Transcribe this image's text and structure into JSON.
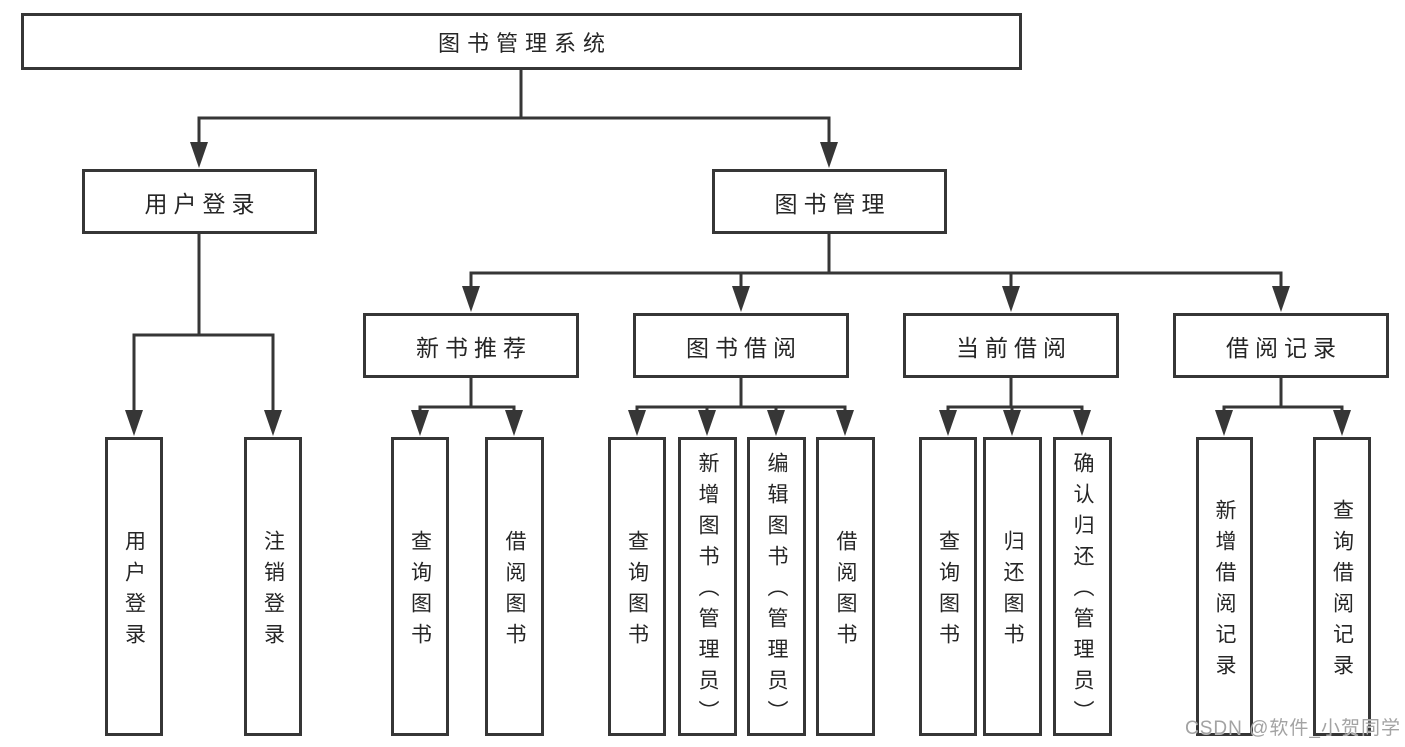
{
  "colors": {
    "line": "#363636",
    "box_border": "#363636",
    "text": "#262626",
    "background": "#ffffff",
    "watermark": "#a3a3a3"
  },
  "tree": {
    "label": "图书管理系统",
    "children": [
      {
        "label": "用户登录",
        "children": [
          {
            "label": "用户登录"
          },
          {
            "label": "注销登录"
          }
        ]
      },
      {
        "label": "图书管理",
        "children": [
          {
            "label": "新书推荐",
            "children": [
              {
                "label": "查询图书"
              },
              {
                "label": "借阅图书"
              }
            ]
          },
          {
            "label": "图书借阅",
            "children": [
              {
                "label": "查询图书"
              },
              {
                "label": "新增图书（管理员）"
              },
              {
                "label": "编辑图书（管理员）"
              },
              {
                "label": "借阅图书"
              }
            ]
          },
          {
            "label": "当前借阅",
            "children": [
              {
                "label": "查询图书"
              },
              {
                "label": "归还图书"
              },
              {
                "label": "确认归还（管理员）"
              }
            ]
          },
          {
            "label": "借阅记录",
            "children": [
              {
                "label": "新增借阅记录"
              },
              {
                "label": "查询借阅记录"
              }
            ]
          }
        ]
      }
    ]
  },
  "watermark": {
    "text": "CSDN @软件_小贺同学"
  }
}
